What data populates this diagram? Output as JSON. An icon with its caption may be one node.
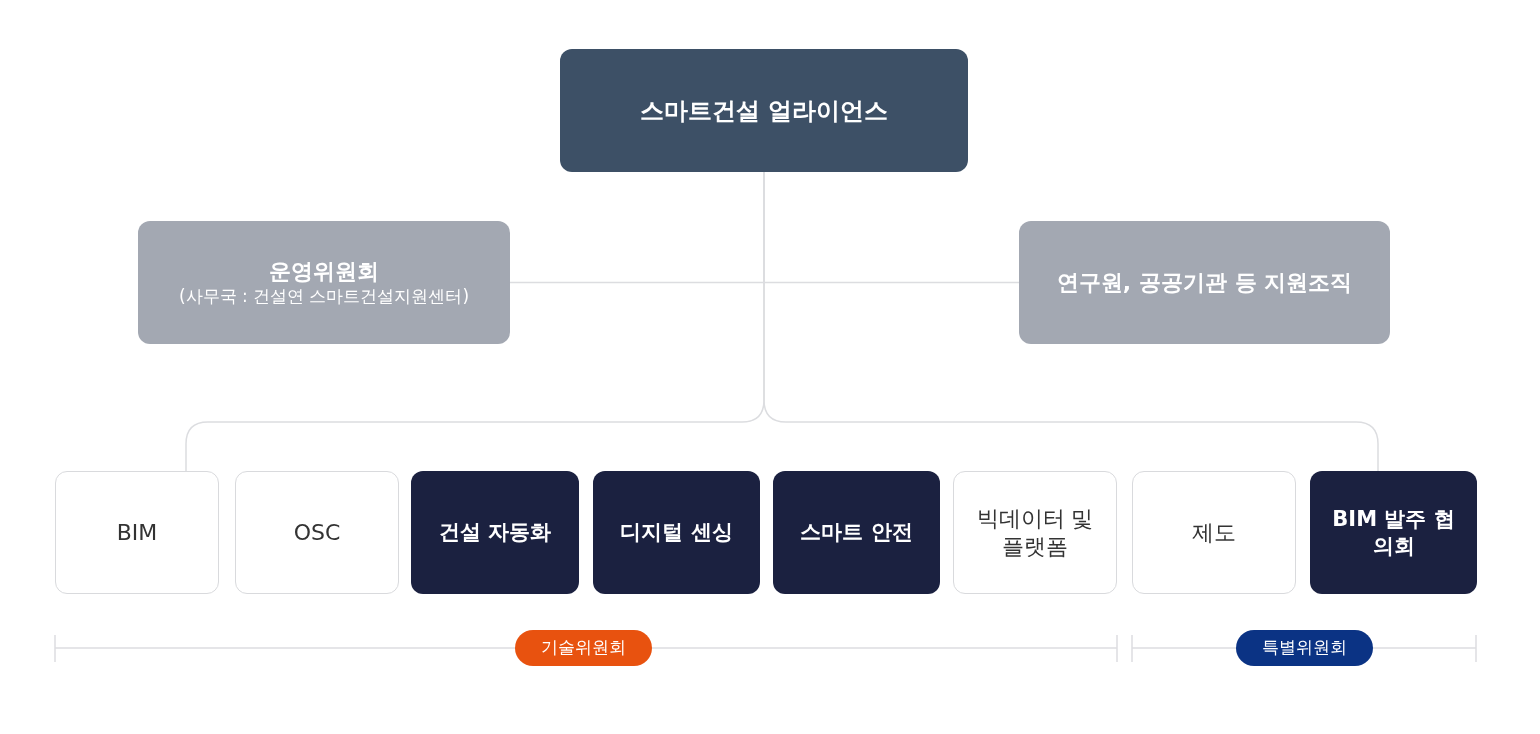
{
  "diagram": {
    "nodes": [
      {
        "text": [
          "스마트건설 얼라이언스"
        ]
      },
      {
        "text": [
          "운영위원회",
          "(사무국 : 건설연 스마트건설지원센터)"
        ]
      },
      {
        "text": [
          "연구원, 공공기관 등 지원조직"
        ]
      },
      {
        "text": [
          "BIM"
        ]
      },
      {
        "text": [
          "OSC"
        ]
      },
      {
        "text": [
          "건설 자동화"
        ]
      },
      {
        "text": [
          "디지털 센싱"
        ]
      },
      {
        "text": [
          "스마트 안전"
        ]
      },
      {
        "text": [
          "빅데이터 및 플랫폼"
        ]
      },
      {
        "text": [
          "제도"
        ]
      },
      {
        "text": [
          "BIM 발주 협의회"
        ]
      },
      {
        "text": [
          "기술위원회"
        ]
      },
      {
        "text": [
          "특별위원회"
        ]
      }
    ],
    "edges": [
      {
        "from": 0,
        "to": 1,
        "arrow": "none"
      },
      {
        "from": 0,
        "to": 2,
        "arrow": "none"
      },
      {
        "from": 0,
        "to": 3,
        "arrow": "none"
      },
      {
        "from": 0,
        "to": 10,
        "arrow": "none"
      }
    ]
  }
}
